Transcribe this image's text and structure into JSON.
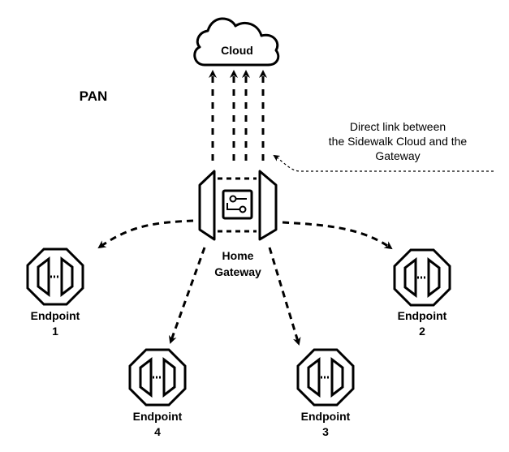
{
  "title": "PAN",
  "cloud": {
    "label": "Cloud"
  },
  "gateway": {
    "label_lines": [
      "Home",
      "Gateway"
    ]
  },
  "annotation": {
    "lines": [
      "Direct link between",
      "the Sidewalk Cloud and the",
      "Gateway"
    ]
  },
  "endpoints": [
    {
      "id": "1",
      "label": "Endpoint",
      "number": "1"
    },
    {
      "id": "2",
      "label": "Endpoint",
      "number": "2"
    },
    {
      "id": "3",
      "label": "Endpoint",
      "number": "3"
    },
    {
      "id": "4",
      "label": "Endpoint",
      "number": "4"
    }
  ],
  "colors": {
    "stroke": "#000000",
    "background": "#ffffff"
  }
}
